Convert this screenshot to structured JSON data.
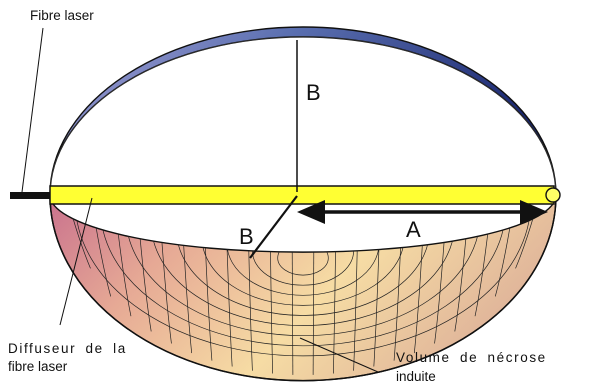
{
  "labels": {
    "fibre": "Fibre laser",
    "b_top": "B",
    "b_bottom": "B",
    "a": "A",
    "diffuseur_line1": "Diffuseur de la",
    "diffuseur_line2": "fibre laser",
    "volume_line1": "Volume de nécrose",
    "volume_line2": "induite"
  },
  "colors": {
    "diffuser": "#ffff33",
    "upper_shell_inner": "#ffffff",
    "upper_shell_outer": "#1f2a6e",
    "lower_shell_light": "#f7d9a2",
    "lower_shell_mid": "#e8a98f",
    "lower_shell_dark": "#c97d8e",
    "mesh": "#222222"
  }
}
